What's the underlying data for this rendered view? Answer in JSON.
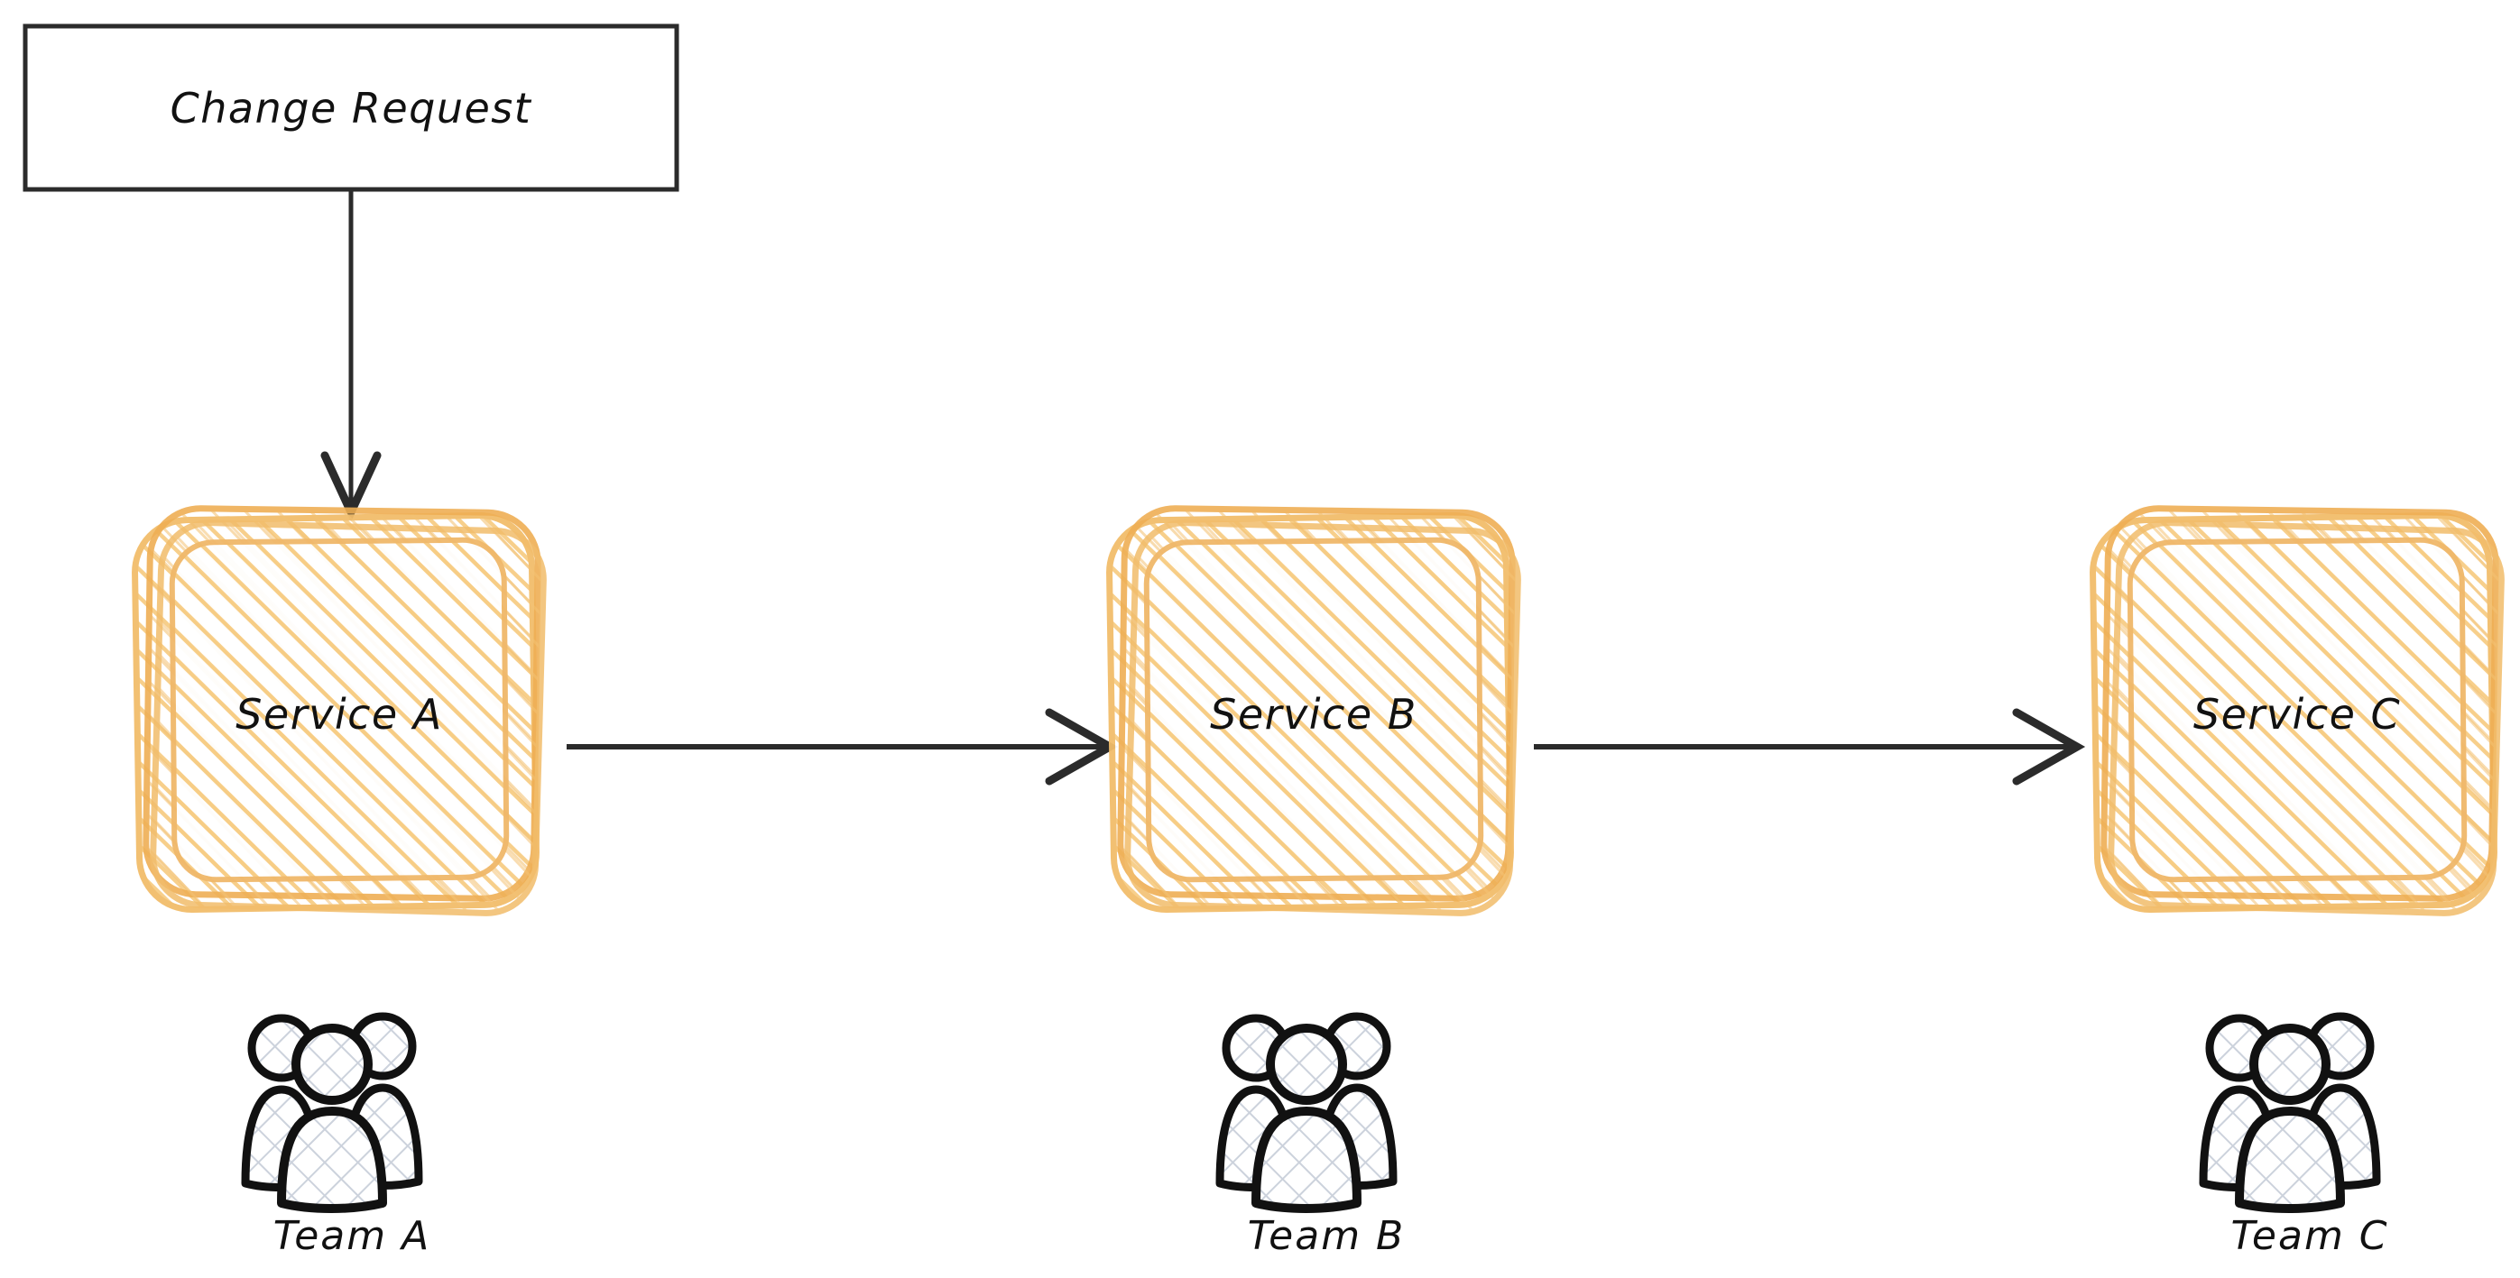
{
  "diagram": {
    "type": "service-dependency-flow",
    "background_color": "#ffffff",
    "style": "hand-drawn-sketch",
    "trigger": {
      "label": "Change Request",
      "shape": "rectangle",
      "border_color": "#2b2b2b",
      "fill_color": "#ffffff"
    },
    "services": [
      {
        "id": "service-a",
        "label": "Service A",
        "fill_color": "#fbd38d",
        "stroke_color": "#f0b458",
        "team": {
          "label": "Team A",
          "icon": "team-people-icon"
        }
      },
      {
        "id": "service-b",
        "label": "Service B",
        "fill_color": "#fbd38d",
        "stroke_color": "#f0b458",
        "team": {
          "label": "Team B",
          "icon": "team-people-icon"
        }
      },
      {
        "id": "service-c",
        "label": "Service C",
        "fill_color": "#fbd38d",
        "stroke_color": "#f0b458",
        "team": {
          "label": "Team C",
          "icon": "team-people-icon"
        }
      }
    ],
    "connections": [
      {
        "from": "change-request",
        "to": "service-a",
        "direction": "down",
        "arrow": "open-v"
      },
      {
        "from": "service-a",
        "to": "service-b",
        "direction": "right",
        "arrow": "open-v"
      },
      {
        "from": "service-b",
        "to": "service-c",
        "direction": "right",
        "arrow": "open-v"
      }
    ],
    "arrow_color": "#2b2b2b"
  }
}
